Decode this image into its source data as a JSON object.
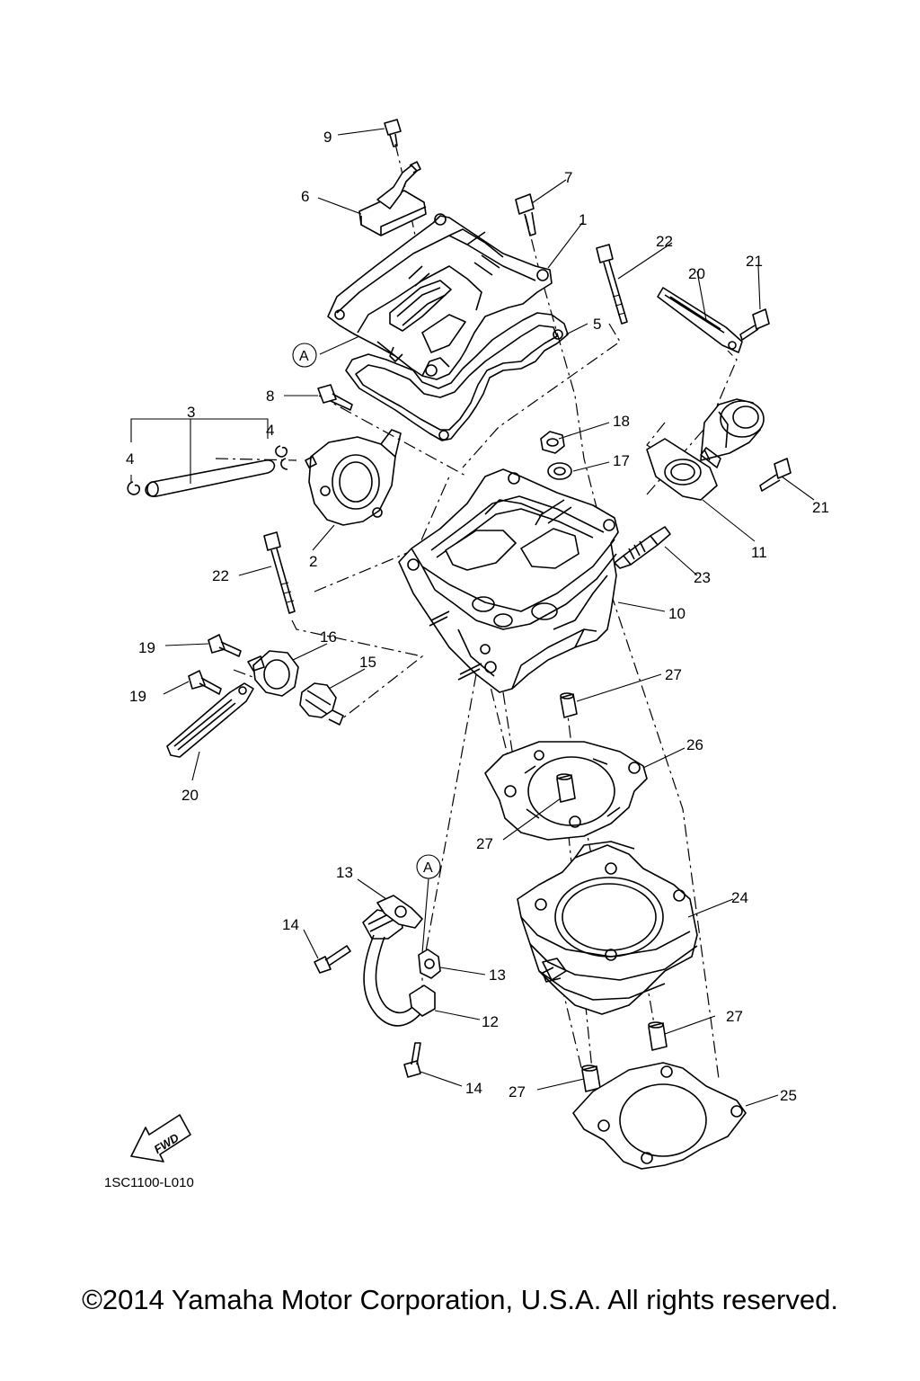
{
  "labels": {
    "l1": "1",
    "l2": "2",
    "l3": "3",
    "l4a": "4",
    "l4b": "4",
    "l5": "5",
    "l6": "6",
    "l7": "7",
    "l8": "8",
    "l9": "9",
    "l10": "10",
    "l11": "11",
    "l12": "12",
    "l13a": "13",
    "l13b": "13",
    "l14a": "14",
    "l14b": "14",
    "l15": "15",
    "l16": "16",
    "l17": "17",
    "l18": "18",
    "l19a": "19",
    "l19b": "19",
    "l20a": "20",
    "l20b": "20",
    "l21a": "21",
    "l21b": "21",
    "l22a": "22",
    "l22b": "22",
    "l23": "23",
    "l24": "24",
    "l25": "25",
    "l26": "26",
    "l27a": "27",
    "l27b": "27",
    "l27c": "27",
    "l27d": "27"
  },
  "reference_marks": {
    "a1": "A",
    "a2": "A"
  },
  "fwd_label": "FWD",
  "diagram_code": "1SC1100-L010",
  "copyright": "©2014 Yamaha Motor Corporation, U.S.A. All rights reserved."
}
